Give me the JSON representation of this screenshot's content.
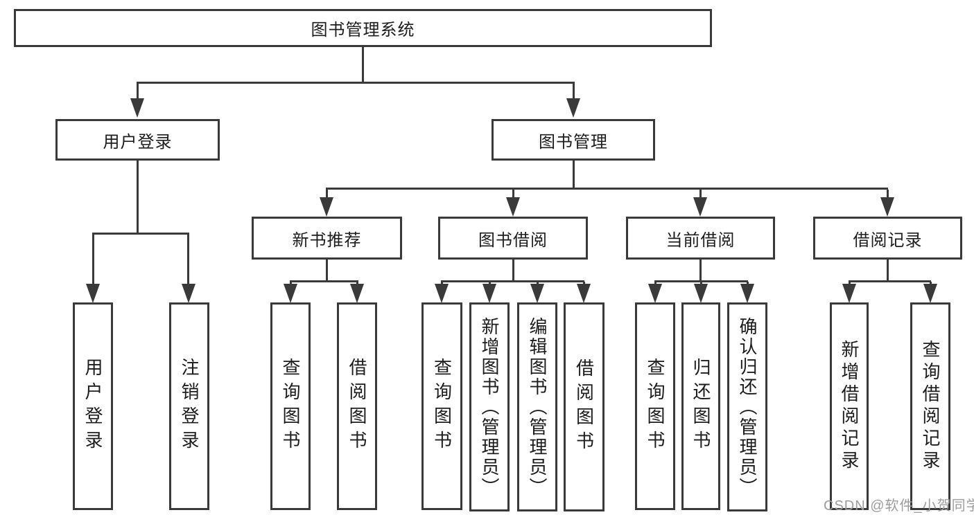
{
  "diagram": {
    "tree": {
      "label": "图书管理系统",
      "children": [
        {
          "label": "用户登录",
          "children": [
            {
              "label": "用户登录"
            },
            {
              "label": "注销登录"
            }
          ]
        },
        {
          "label": "图书管理",
          "children": [
            {
              "label": "新书推荐",
              "children": [
                {
                  "label": "查询图书"
                },
                {
                  "label": "借阅图书"
                }
              ]
            },
            {
              "label": "图书借阅",
              "children": [
                {
                  "label": "查询图书"
                },
                {
                  "label": "新增图书（管理员）"
                },
                {
                  "label": "编辑图书（管理员）"
                },
                {
                  "label": "借阅图书"
                }
              ]
            },
            {
              "label": "当前借阅",
              "children": [
                {
                  "label": "查询图书"
                },
                {
                  "label": "归还图书"
                },
                {
                  "label": "确认归还（管理员）"
                }
              ]
            },
            {
              "label": "借阅记录",
              "children": [
                {
                  "label": "新增借阅记录"
                },
                {
                  "label": "查询借阅记录"
                }
              ]
            }
          ]
        }
      ]
    },
    "colors": {
      "line": "#3a3a3a",
      "box_border": "#3a3a3a",
      "box_fill": "#ffffff",
      "text": "#1c1c1c",
      "background": "#ffffff",
      "watermark": "#9d9d9d"
    }
  },
  "watermark": {
    "text": "CSDN @软件_小贺同学"
  }
}
